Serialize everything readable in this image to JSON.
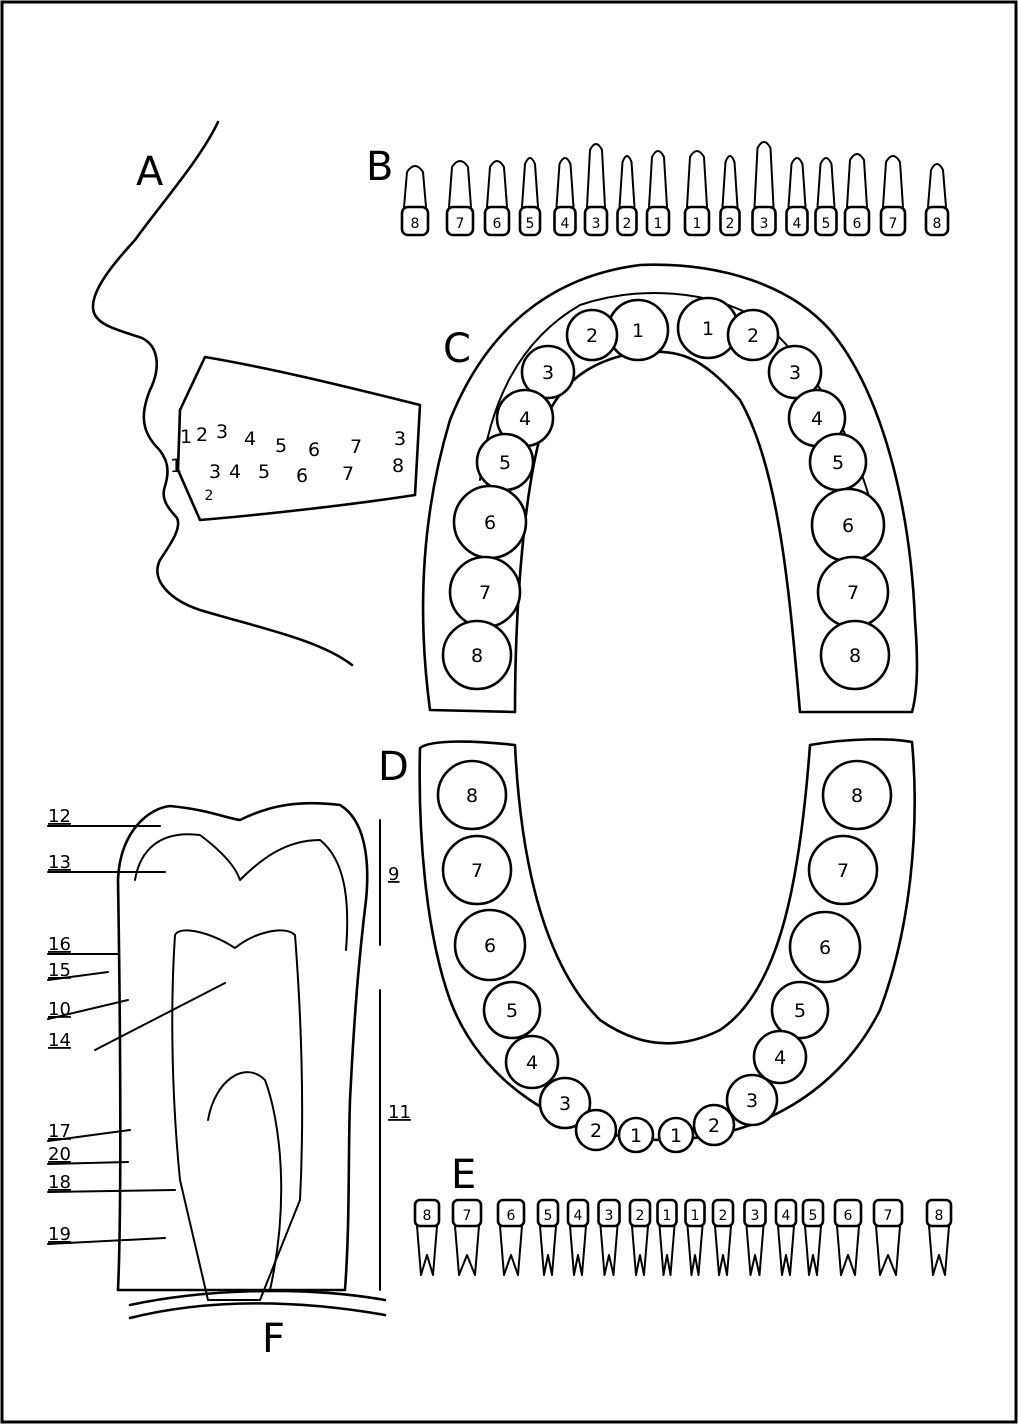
{
  "sections": {
    "a": "A",
    "b": "B",
    "c": "C",
    "d": "D",
    "e": "E",
    "f": "F"
  },
  "lateral_view": {
    "upper_numbers": [
      "1",
      "2",
      "3",
      "4",
      "5",
      "6",
      "7",
      "3"
    ],
    "lower_numbers": [
      "1",
      "2",
      "3",
      "4",
      "5",
      "6",
      "7",
      "8"
    ]
  },
  "upper_row_numbers": [
    "8",
    "7",
    "6",
    "5",
    "4",
    "3",
    "2",
    "1",
    "1",
    "2",
    "3",
    "4",
    "5",
    "6",
    "7",
    "8"
  ],
  "upper_arch_numbers": [
    "1",
    "2",
    "3",
    "4",
    "5",
    "6",
    "7",
    "8"
  ],
  "lower_arch_numbers": [
    "8",
    "7",
    "6",
    "5",
    "4",
    "3",
    "2",
    "1"
  ],
  "lower_row_numbers": [
    "8",
    "7",
    "6",
    "5",
    "4",
    "3",
    "2",
    "1",
    "1",
    "2",
    "3",
    "4",
    "5",
    "6",
    "7",
    "8"
  ],
  "section_labels": [
    "12",
    "13",
    "16",
    "15",
    "10",
    "14",
    "17",
    "20",
    "18",
    "19",
    "9",
    "11"
  ],
  "colors": {
    "ink": "#000000",
    "paper": "#ffffff"
  }
}
